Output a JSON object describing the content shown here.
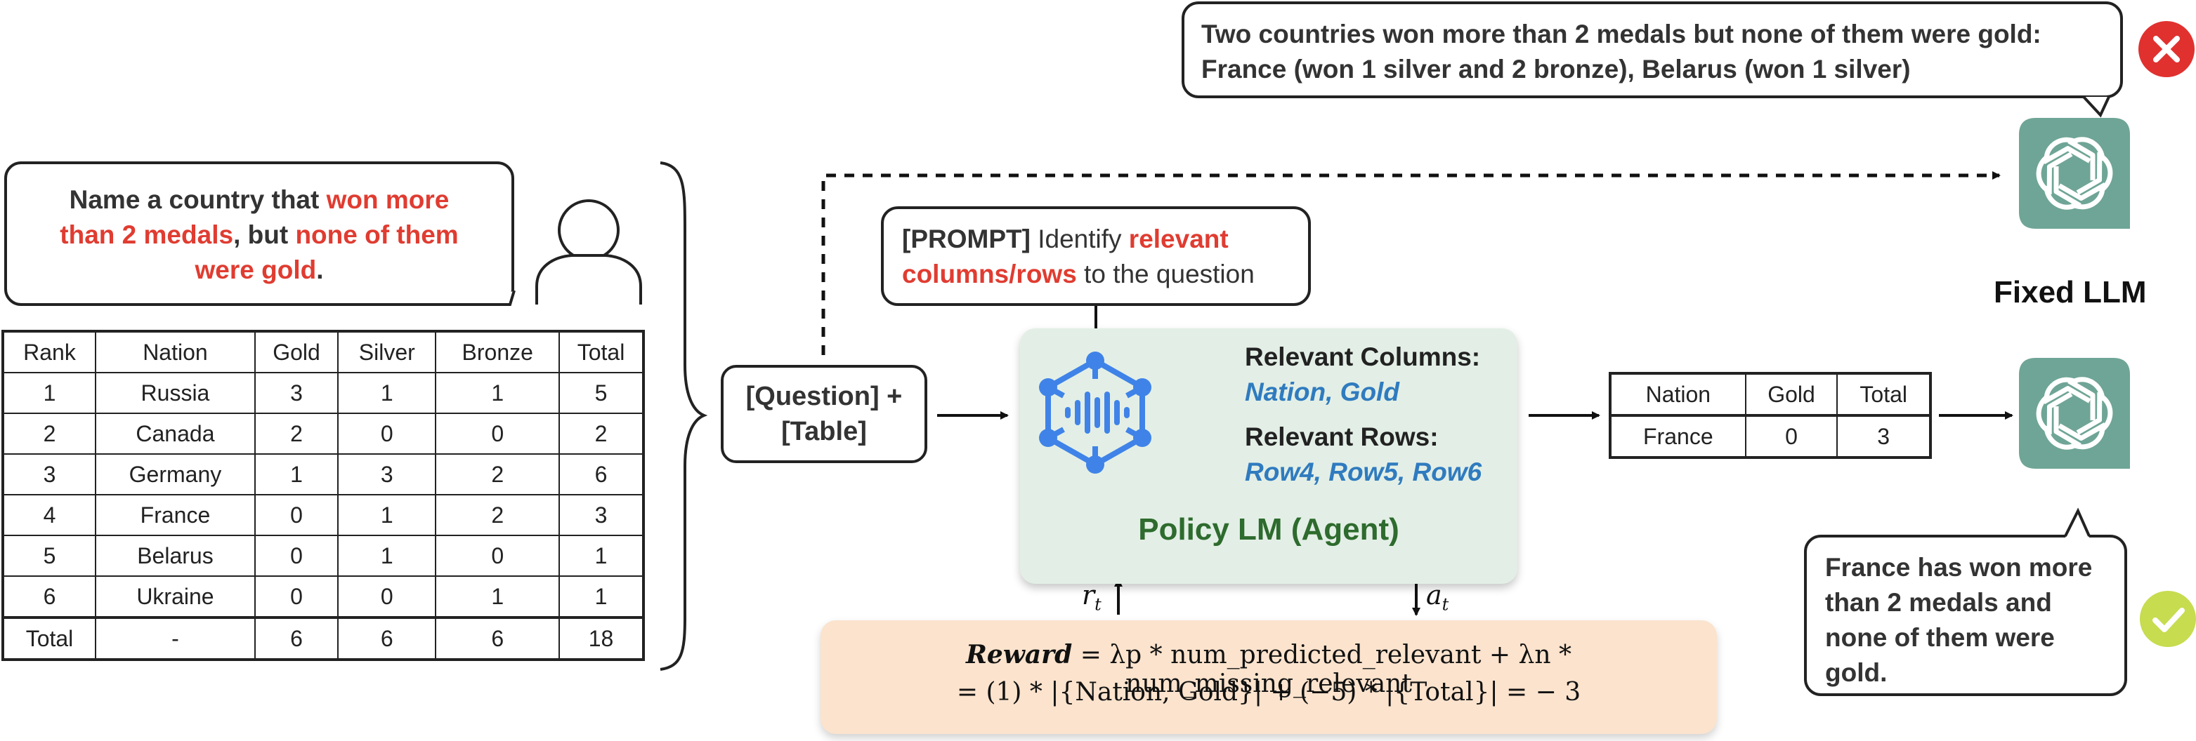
{
  "question": {
    "line1_plain": "Name a country that ",
    "line1_red": "won more",
    "line2_red": "than 2 medals",
    "line2_plain": ", but ",
    "line2_red2": "none of them",
    "line3_red": "were gold",
    "line3_plain": "."
  },
  "medal_table": {
    "headers": [
      "Rank",
      "Nation",
      "Gold",
      "Silver",
      "Bronze",
      "Total"
    ],
    "rows": [
      [
        "1",
        "Russia",
        "3",
        "1",
        "1",
        "5"
      ],
      [
        "2",
        "Canada",
        "2",
        "0",
        "0",
        "2"
      ],
      [
        "3",
        "Germany",
        "1",
        "3",
        "2",
        "6"
      ],
      [
        "4",
        "France",
        "0",
        "1",
        "2",
        "3"
      ],
      [
        "5",
        "Belarus",
        "0",
        "1",
        "0",
        "1"
      ],
      [
        "6",
        "Ukraine",
        "0",
        "0",
        "1",
        "1"
      ],
      [
        "Total",
        "-",
        "6",
        "6",
        "6",
        "18"
      ]
    ]
  },
  "input_box": {
    "line1": "[Question] +",
    "line2": "[Table]"
  },
  "prompt": {
    "tag": "[PROMPT]",
    "text1": " Identify ",
    "red1": "relevant",
    "red2": "columns/rows",
    "text2": " to the question"
  },
  "policy": {
    "title": "Policy LM (Agent)",
    "relevant_columns_label": "Relevant Columns:",
    "relevant_columns_value": "Nation, Gold",
    "relevant_rows_label": "Relevant Rows:",
    "relevant_rows_value": "Row4, Row5, Row6"
  },
  "signals": {
    "reward_symbol": "r",
    "reward_sub": "t",
    "action_symbol": "a",
    "action_sub": "t"
  },
  "reward": {
    "label": "Reward",
    "line1": " = λp * num_predicted_relevant + λn * num_missing_relevant",
    "line2": "= (1) * |{Nation, Gold}| + (−5) * |{Total}| = − 3"
  },
  "sub_table": {
    "headers": [
      "Nation",
      "Gold",
      "Total"
    ],
    "rows": [
      [
        "France",
        "0",
        "3"
      ]
    ]
  },
  "fixed_llm_label": "Fixed LLM",
  "wrong_answer": {
    "line1": "Two countries won more than 2 medals but none of them were gold:",
    "line2": "France (won 1 silver and 2 bronze), Belarus (won 1 silver)"
  },
  "correct_answer": {
    "line1": "France has won more",
    "line2": "than 2 medals and",
    "line3": "none of them were",
    "line4": "gold."
  },
  "colors": {
    "highlight_red": "#e03c31",
    "value_blue": "#2f7bbf",
    "policy_green": "#2e6b2e",
    "policy_bg": "#e3efe6",
    "reward_bg": "#fbe3cd",
    "llm_teal": "#6fa596",
    "wrong_red": "#e0312f",
    "correct_green": "#c7dc4f"
  },
  "icons": [
    "user-icon",
    "agent-network-icon",
    "openai-logo-icon",
    "cross-icon",
    "check-icon"
  ]
}
